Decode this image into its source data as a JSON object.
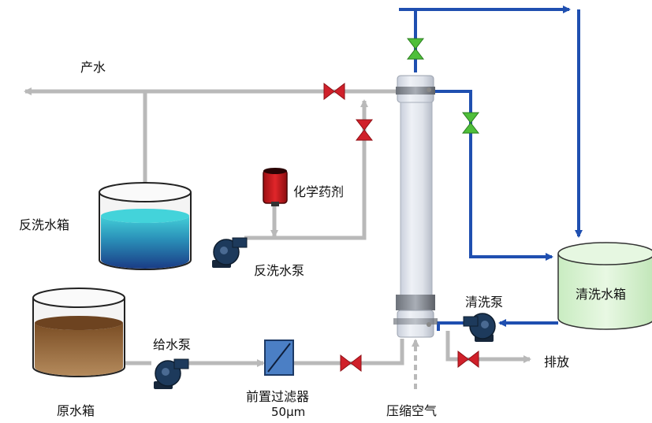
{
  "labels": {
    "product_water": "产水",
    "chemical": "化学药剂",
    "backwash_tank": "反洗水箱",
    "backwash_pump": "反洗水泵",
    "raw_tank": "原水箱",
    "feed_pump": "给水泵",
    "prefilter": "前置过滤器",
    "prefilter_size": "50μm",
    "compressed_air": "压缩空气",
    "drain": "排放",
    "cleaning_pump": "清洗泵",
    "cleaning_tank": "清洗水箱"
  },
  "colors": {
    "gray_pipe": "#b9b9b9",
    "blue_pipe": "#1f4fb0",
    "red_valve": "#d0202a",
    "green_valve": "#4fbf3a",
    "pump_body": "#1d3a5c",
    "cleaning_tank_fill": "#d9f3d3",
    "backwash_water_top": "#3bc7d4",
    "backwash_water_bottom": "#1a3f86",
    "raw_water_top": "#8a5a2e",
    "raw_water_bottom": "#b48858",
    "chemical_red": "#d4171c"
  }
}
